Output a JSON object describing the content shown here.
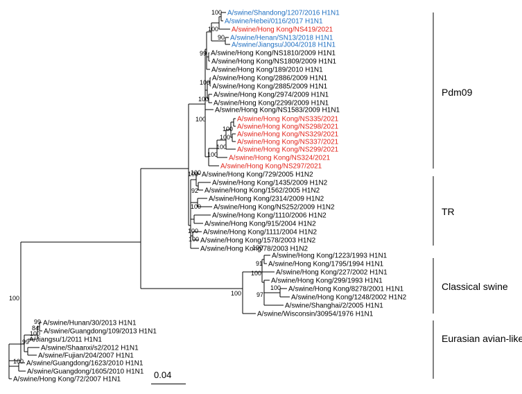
{
  "colors": {
    "black": "#000000",
    "blue": "#1f6fc1",
    "red": "#e2231a"
  },
  "leaves": [
    {
      "label": "A/swine/Shandong/1207/2016 H1N1",
      "color": "blue"
    },
    {
      "label": "A/swine/Hebei/0116/2017 H1N1",
      "color": "blue"
    },
    {
      "label": "A/swine/Hong Kong/NS419/2021",
      "color": "red"
    },
    {
      "label": "A/swine/Henan/SN13/2018 H1N1",
      "color": "blue"
    },
    {
      "label": "A/swine/Jiangsu/J004/2018 H1N1",
      "color": "blue"
    },
    {
      "label": "A/swine/Hong Kong/NS1810/2009 H1N1",
      "color": "black"
    },
    {
      "label": "A/swine/Hong Kong/NS1809/2009 H1N1",
      "color": "black"
    },
    {
      "label": "A/swine/Hong Kong/189/2010 H1N1",
      "color": "black"
    },
    {
      "label": "A/swine/Hong Kong/2886/2009 H1N1",
      "color": "black"
    },
    {
      "label": "A/swine/Hong Kong/2885/2009 H1N1",
      "color": "black"
    },
    {
      "label": "A/swine/Hong Kong/2974/2009 H1N1",
      "color": "black"
    },
    {
      "label": "A/swine/Hong Kong/2299/2009 H1N1",
      "color": "black"
    },
    {
      "label": "A/swine/Hong Kong/NS1583/2009 H1N1",
      "color": "black"
    },
    {
      "label": "A/swine/Hong Kong/NS335/2021",
      "color": "red"
    },
    {
      "label": "A/swine/Hong Kong/NS298/2021",
      "color": "red"
    },
    {
      "label": "A/swine/Hong Kong/NS329/2021",
      "color": "red"
    },
    {
      "label": "A/swine/Hong Kong/NS337/2021",
      "color": "red"
    },
    {
      "label": "A/swine/Hong Kong/NS299/2021",
      "color": "red"
    },
    {
      "label": "A/swine/Hong Kong/NS324/2021",
      "color": "red"
    },
    {
      "label": "A/swine/Hong Kong/NS297/2021",
      "color": "red"
    },
    {
      "label": "A/swine/Hong Kong/729/2005 H1N2",
      "color": "black"
    },
    {
      "label": "A/swine/Hong Kong/1435/2009 H1N2",
      "color": "black"
    },
    {
      "label": "A/swine/Hong Kong/1562/2005 H1N2",
      "color": "black"
    },
    {
      "label": "A/swine/Hong Kong/2314/2009 H1N2",
      "color": "black"
    },
    {
      "label": "A/swine/Hong Kong/NS252/2009 H1N2",
      "color": "black"
    },
    {
      "label": "A/swine/Hong Kong/1110/2006 H1N2",
      "color": "black"
    },
    {
      "label": "A/swine/Hong Kong/915/2004 H1N2",
      "color": "black"
    },
    {
      "label": "A/swine/Hong Kong/1111/2004 H1N2",
      "color": "black"
    },
    {
      "label": "A/swine/Hong Kong/1578/2003 H1N2",
      "color": "black"
    },
    {
      "label": "A/swine/Hong Kong/78/2003 H1N2",
      "color": "black"
    },
    {
      "label": "A/swine/Hong Kong/1223/1993 H1N1",
      "color": "black"
    },
    {
      "label": "A/swine/Hong Kong/1795/1994 H1N1",
      "color": "black"
    },
    {
      "label": "A/swine/Hong Kong/227/2002 H1N1",
      "color": "black"
    },
    {
      "label": "A/swine/Hong Kong/299/1993 H1N1",
      "color": "black"
    },
    {
      "label": "A/swine/Hong Kong/8278/2001 H1N1",
      "color": "black"
    },
    {
      "label": "A/swine/Hong Kong/1248/2002 H1N2",
      "color": "black"
    },
    {
      "label": "A/swine/Shanghai/2/2005 H1N1",
      "color": "black"
    },
    {
      "label": "A/swine/Wisconsin/30954/1976 H1N1",
      "color": "black"
    },
    {
      "label": "A/swine/Hunan/30/2013 H1N1",
      "color": "black"
    },
    {
      "label": "A/swine/Guangdong/109/2013 H1N1",
      "color": "black"
    },
    {
      "label": "A/Jiangsu/1/2011 H1N1",
      "color": "black"
    },
    {
      "label": "A/swine/Shaanxi/s2/2012 H1N1",
      "color": "black"
    },
    {
      "label": "A/swine/Fujian/204/2007 H1N1",
      "color": "black"
    },
    {
      "label": "A/swine/Guangdong/1623/2010 H1N1",
      "color": "black"
    },
    {
      "label": "A/swine/Guangdong/1605/2010 H1N1",
      "color": "black"
    },
    {
      "label": "A/swine/Hong Kong/72/2007 H1N1",
      "color": "black"
    }
  ],
  "bootstrap": [
    "100",
    "100",
    "90",
    "99",
    "100",
    "100",
    "100",
    "100",
    "100",
    "100",
    "100",
    "100",
    "100",
    "92",
    "100",
    "100",
    "100",
    "100",
    "91",
    "100",
    "100",
    "97",
    "100",
    "99",
    "84",
    "100",
    "99",
    "100",
    "100"
  ],
  "clades": [
    {
      "name": "Pdm09"
    },
    {
      "name": "TR"
    },
    {
      "name": "Classical swine"
    },
    {
      "name": "Eurasian avian-like"
    }
  ],
  "scale_bar": {
    "label": "0.04"
  }
}
